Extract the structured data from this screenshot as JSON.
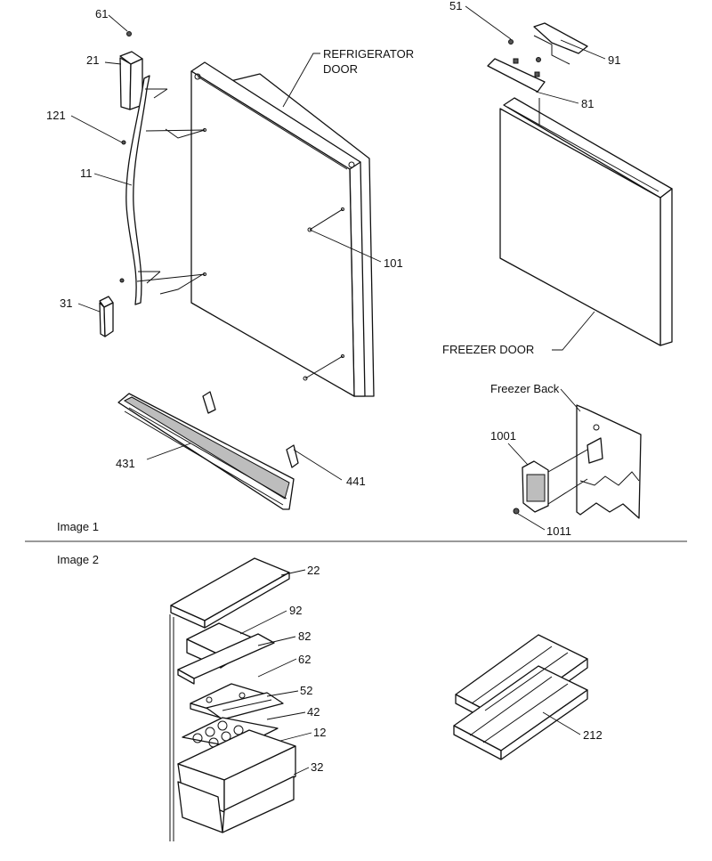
{
  "image1": {
    "caption": "Image 1",
    "labels": {
      "l61": "61",
      "l21": "21",
      "l121": "121",
      "l11": "11",
      "l31": "31",
      "refrigerator_door_line1": "REFRIGERATOR",
      "refrigerator_door_line2": "DOOR",
      "l101": "101",
      "l431": "431",
      "l441": "441",
      "l51": "51",
      "l91": "91",
      "l81": "81",
      "freezer_door": "FREEZER DOOR",
      "freezer_back": "Freezer Back",
      "l1001": "1001",
      "l1011": "1011"
    }
  },
  "image2": {
    "caption": "Image 2",
    "labels": {
      "l22": "22",
      "l92": "92",
      "l82": "82",
      "l62": "62",
      "l52": "52",
      "l42": "42",
      "l12": "12",
      "l32": "32",
      "l212": "212"
    }
  }
}
